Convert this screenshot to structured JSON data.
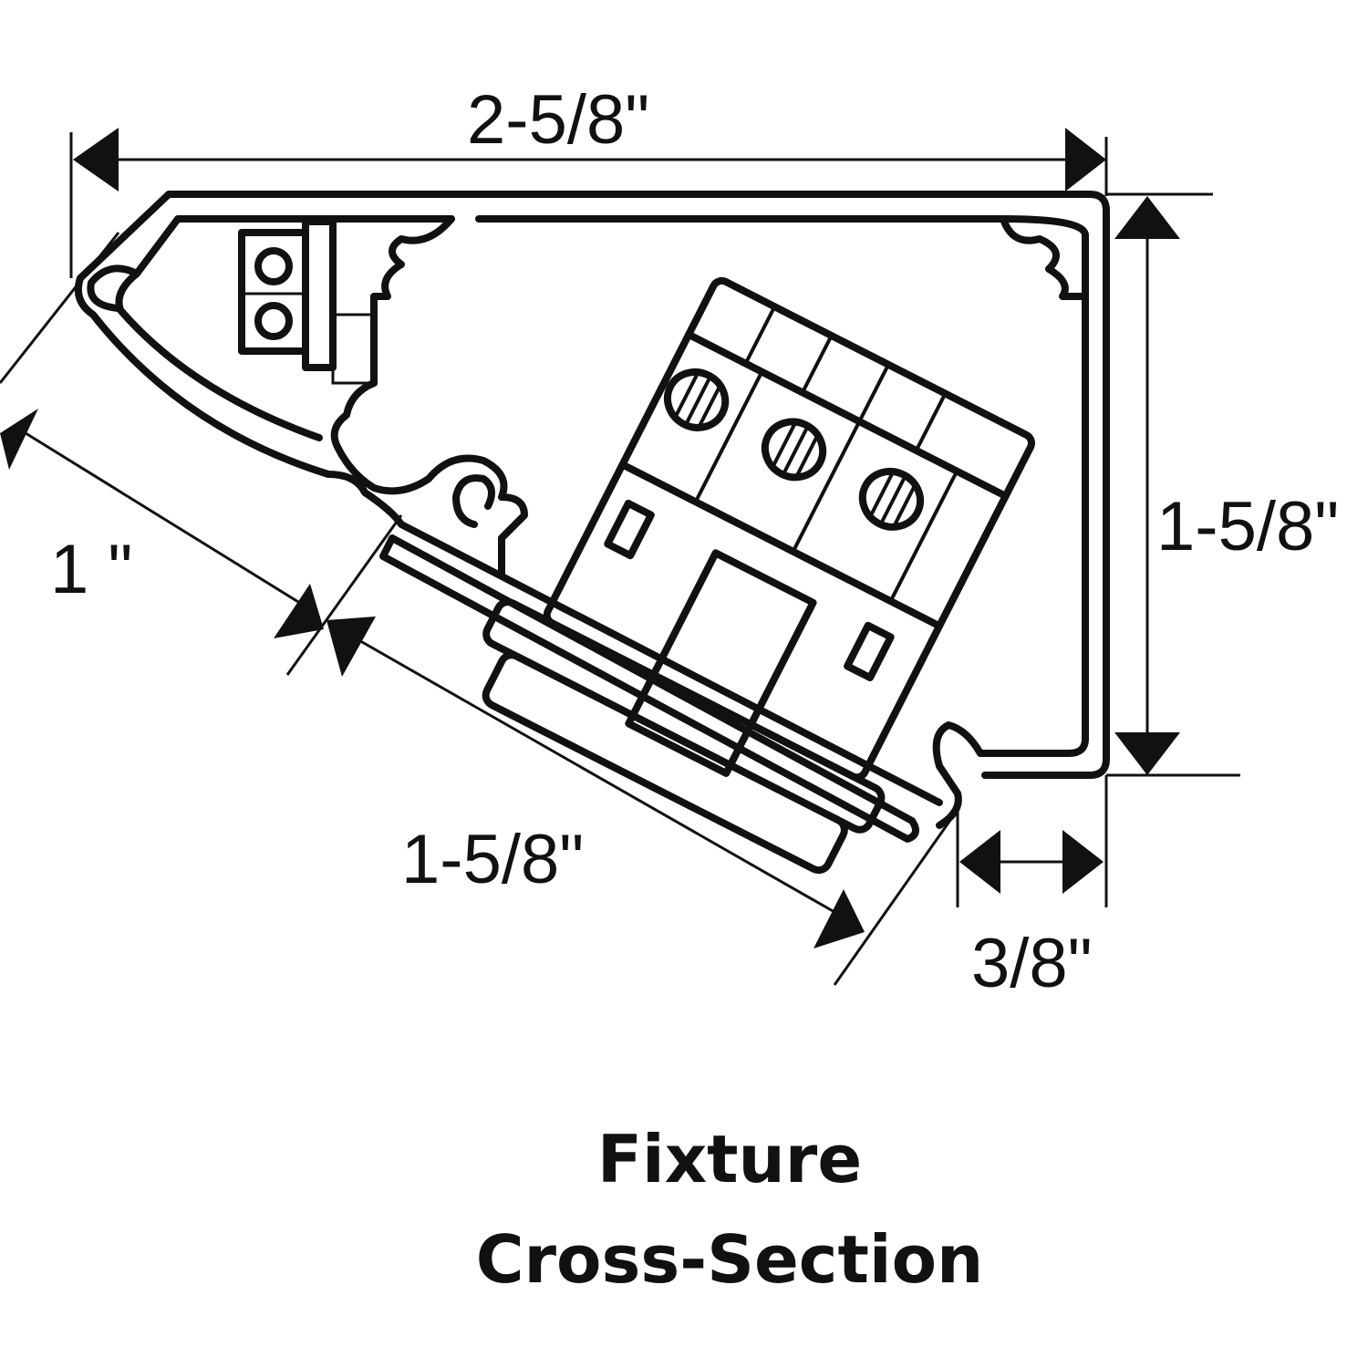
{
  "dimensions": {
    "overall_width": "2-5/8\"",
    "overall_height": "1-5/8\"",
    "angled_short": "1 \"",
    "angled_long": "1-5/8\"",
    "lip": "3/8\""
  },
  "caption": {
    "line1": "Fixture",
    "line2": "Cross-Section"
  }
}
